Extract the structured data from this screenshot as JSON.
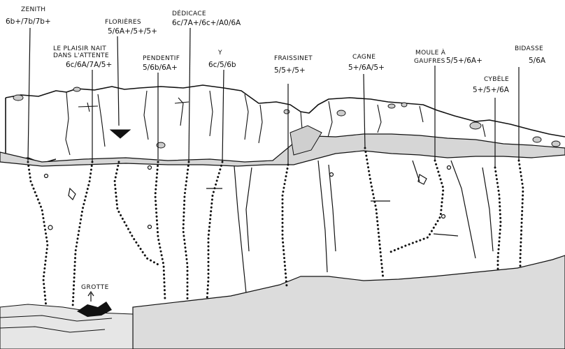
{
  "colors": {
    "ink": "#111111",
    "paper": "#ffffff",
    "scree": "#9a9a9a"
  },
  "routes": [
    {
      "name": "ZENITH",
      "grade": "6b+/7b/7b+"
    },
    {
      "name": "LE PLAISIR NAIT DANS L'ATTENTE",
      "grade": "6c/6A/7A/5+"
    },
    {
      "name": "FLORIÈRES",
      "grade": "5/6A+/5+/5+"
    },
    {
      "name": "PENDENTIF",
      "grade": "5/6b/6A+"
    },
    {
      "name": "DÉDICACE",
      "grade": "6c/7A+/6c+/A0/6A"
    },
    {
      "name": "Y",
      "grade": "6c/5/6b"
    },
    {
      "name": "FRAISSINET",
      "grade": "5/5+/5+"
    },
    {
      "name": "CAGNE",
      "grade": "5+/6A/5+"
    },
    {
      "name": "MOULE À GAUFRES",
      "grade": "5/5+/6A+"
    },
    {
      "name": "CYBÈLE",
      "grade": "5+/5+/6A"
    },
    {
      "name": "BIDASSE",
      "grade": "5/6A"
    }
  ],
  "features": {
    "grotte": "GROTTE"
  }
}
